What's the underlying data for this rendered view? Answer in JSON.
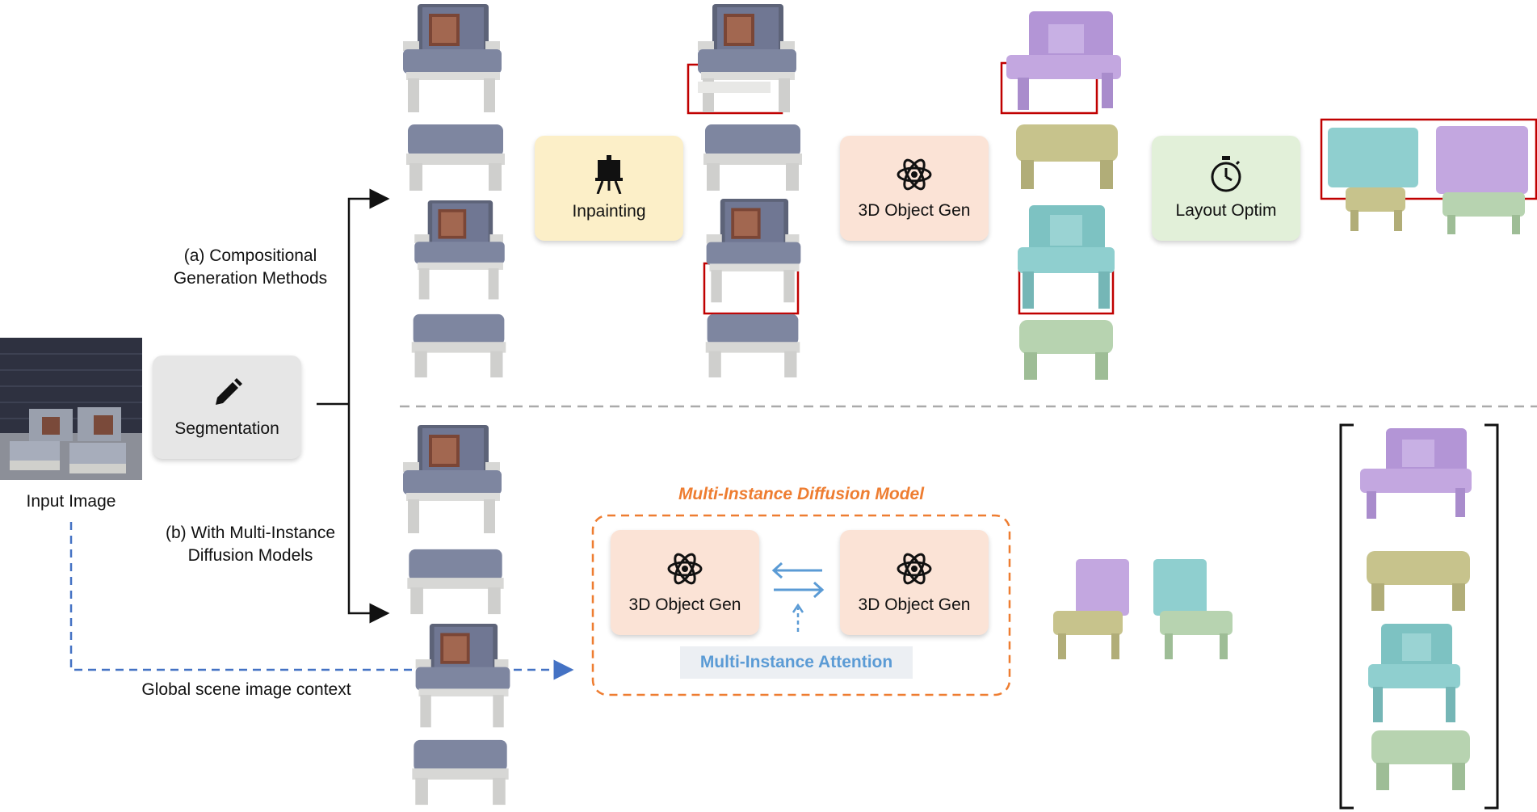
{
  "input": {
    "label": "Input Image"
  },
  "segmentation": {
    "label": "Segmentation",
    "color": "#e6e6e6"
  },
  "branch_a": {
    "label_line1": "(a) Compositional",
    "label_line2": "Generation Methods"
  },
  "branch_b": {
    "label_line1": "(b) With Multi-Instance",
    "label_line2": "Diffusion Models"
  },
  "global_context": {
    "label": "Global scene image context"
  },
  "steps_a": {
    "inpainting": {
      "label": "Inpainting",
      "color": "#fcefc8"
    },
    "object_gen": {
      "label": "3D Object Gen",
      "color": "#fbe3d6"
    },
    "layout": {
      "label": "Layout Optim",
      "color": "#e2f0d9"
    }
  },
  "multi_instance": {
    "title": "Multi-Instance Diffusion Model",
    "title_color": "#ee7d31",
    "gen_left": "3D Object Gen",
    "gen_right": "3D Object Gen",
    "attention": "Multi-Instance Attention",
    "attention_color": "#5b9bd5",
    "box_color": "#fbe3d6"
  },
  "colors": {
    "purple": "#c3a7e0",
    "olive": "#c7c38c",
    "teal": "#8fcfcf",
    "green": "#b7d3b0",
    "highlight": "#c00000",
    "arrow_blue": "#4472c4"
  }
}
